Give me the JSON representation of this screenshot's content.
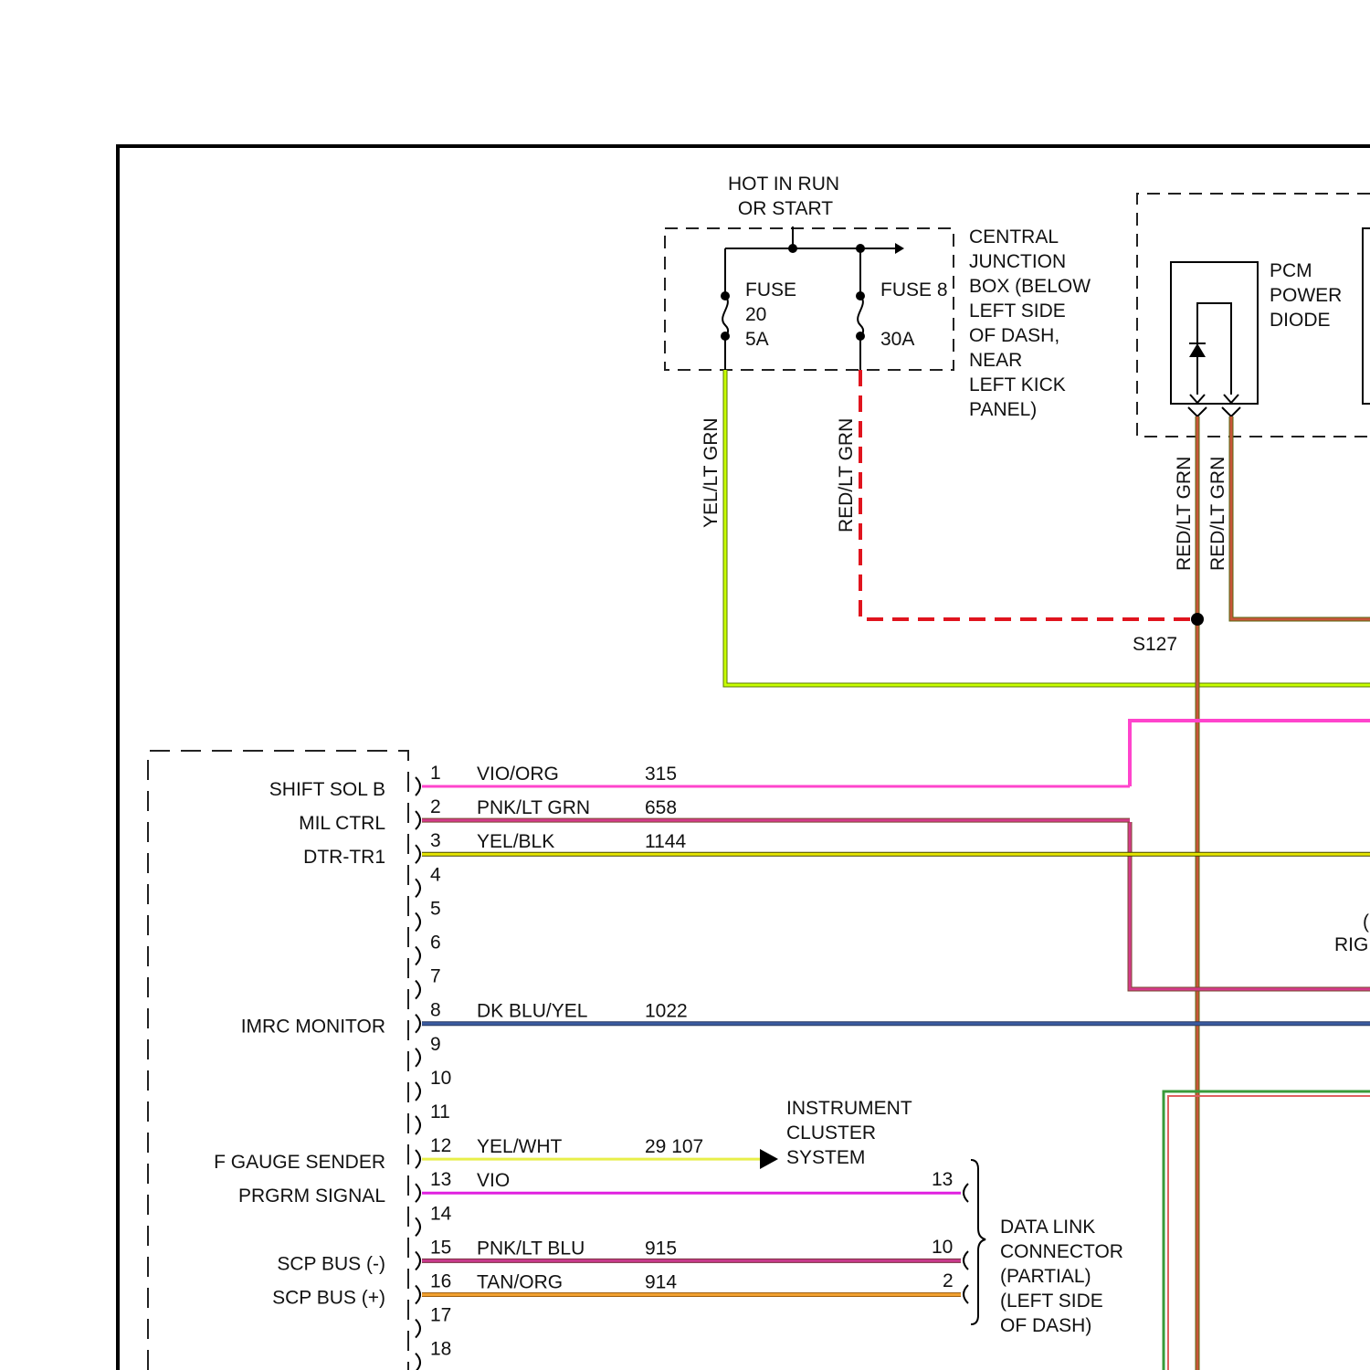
{
  "colors": {
    "frame": "#000000",
    "yel_lt_grn": "#c8ff00",
    "red_dashed": "#e0141e",
    "red_lt_grn": "#c8553a",
    "vio_org": "#ff44cc",
    "pnk_lt_grn": "#d43a8a",
    "yel_blk": "#e6e600",
    "dk_blu_yel": "#3a5aa0",
    "yel_wht": "#e8ef4a",
    "vio": "#e020e0",
    "pnk_lt_blu": "#c83a8c",
    "tan_org": "#f0a030",
    "green_right": "#3a9a3a"
  },
  "fuse_box": {
    "power_label_line1": "HOT IN RUN",
    "power_label_line2": "OR START",
    "fuse20": {
      "name": "FUSE",
      "number": "20",
      "rating": "5A"
    },
    "fuse8": {
      "name": "FUSE 8",
      "rating": "30A"
    },
    "location_lines": [
      "CENTRAL",
      "JUNCTION",
      "BOX (BELOW",
      "LEFT SIDE",
      "OF DASH,",
      "NEAR",
      "LEFT KICK",
      "PANEL)"
    ]
  },
  "diode": {
    "label_lines": [
      "PCM",
      "POWER",
      "DIODE"
    ]
  },
  "wire_labels": {
    "yel_lt_grn": "YEL/LT GRN",
    "red_lt_grn_fuse": "RED/LT GRN",
    "red_lt_grn_a": "RED/LT GRN",
    "red_lt_grn_b": "RED/LT GRN"
  },
  "splice": "S127",
  "partial_right_labels": {
    "paren": "(",
    "rig": "RIG"
  },
  "pcm_pins": [
    {
      "pin": "1",
      "signal": "SHIFT SOL B",
      "color": "VIO/ORG",
      "circuit": "315"
    },
    {
      "pin": "2",
      "signal": "MIL CTRL",
      "color": "PNK/LT GRN",
      "circuit": "658"
    },
    {
      "pin": "3",
      "signal": "DTR-TR1",
      "color": "YEL/BLK",
      "circuit": "1144"
    },
    {
      "pin": "4",
      "signal": "",
      "color": "",
      "circuit": ""
    },
    {
      "pin": "5",
      "signal": "",
      "color": "",
      "circuit": ""
    },
    {
      "pin": "6",
      "signal": "",
      "color": "",
      "circuit": ""
    },
    {
      "pin": "7",
      "signal": "",
      "color": "",
      "circuit": ""
    },
    {
      "pin": "8",
      "signal": "IMRC MONITOR",
      "color": "DK BLU/YEL",
      "circuit": "1022"
    },
    {
      "pin": "9",
      "signal": "",
      "color": "",
      "circuit": ""
    },
    {
      "pin": "10",
      "signal": "",
      "color": "",
      "circuit": ""
    },
    {
      "pin": "11",
      "signal": "",
      "color": "",
      "circuit": ""
    },
    {
      "pin": "12",
      "signal": "F GAUGE SENDER",
      "color": "YEL/WHT",
      "circuit": "29 107"
    },
    {
      "pin": "13",
      "signal": "PRGRM SIGNAL",
      "color": "VIO",
      "circuit": ""
    },
    {
      "pin": "14",
      "signal": "",
      "color": "",
      "circuit": ""
    },
    {
      "pin": "15",
      "signal": "SCP BUS (-)",
      "color": "PNK/LT BLU",
      "circuit": "915"
    },
    {
      "pin": "16",
      "signal": "SCP BUS (+)",
      "color": "TAN/ORG",
      "circuit": "914"
    },
    {
      "pin": "17",
      "signal": "",
      "color": "",
      "circuit": ""
    },
    {
      "pin": "18",
      "signal": "",
      "color": "",
      "circuit": ""
    }
  ],
  "instrument_cluster_lines": [
    "INSTRUMENT",
    "CLUSTER",
    "SYSTEM"
  ],
  "dlc": {
    "pins": [
      "13",
      "10",
      "2"
    ],
    "label_lines": [
      "DATA LINK",
      "CONNECTOR",
      "(PARTIAL)",
      "(LEFT SIDE",
      "OF DASH)"
    ]
  }
}
